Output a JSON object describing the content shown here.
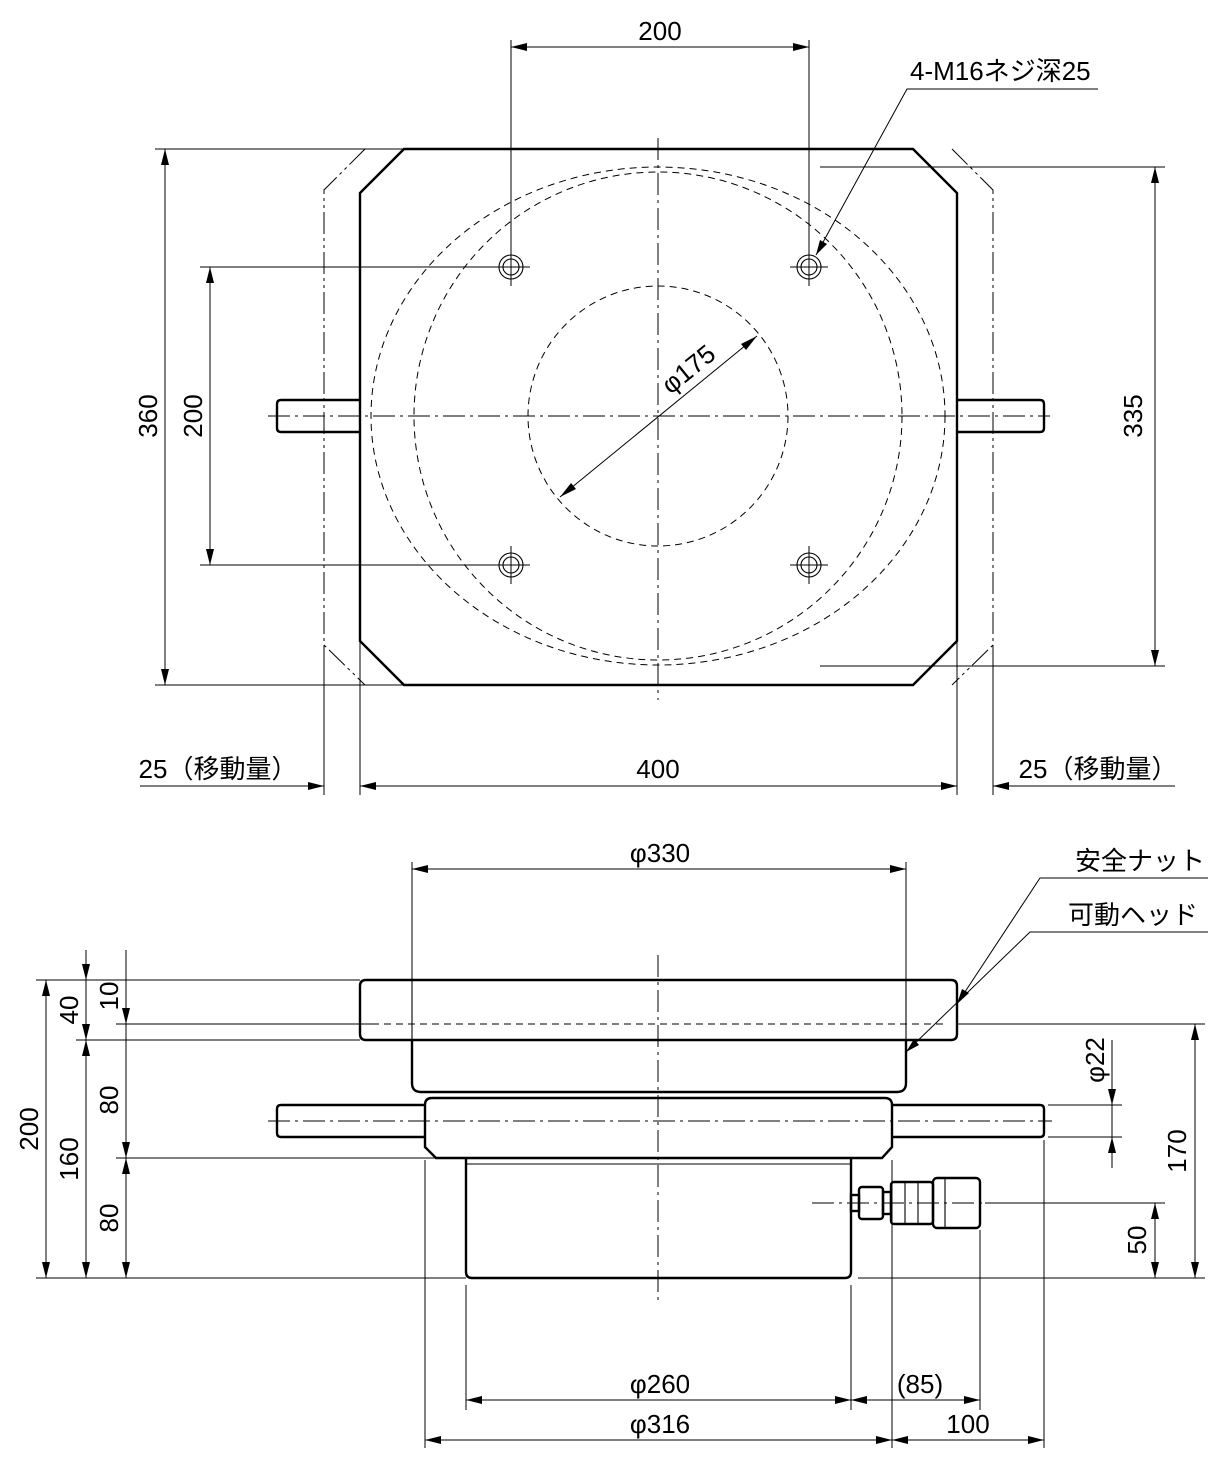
{
  "top_view": {
    "dim_hole_spacing_x": "200",
    "dim_hole_spacing_y": "200",
    "dim_height_outer": "360",
    "dim_height_inner": "335",
    "dim_width": "400",
    "dim_travel_left": "25（移動量）",
    "dim_travel_right": "25（移動量）",
    "dim_bore": "φ175",
    "thread_note": "4-M16ネジ深25"
  },
  "side_view": {
    "dim_flange_dia": "φ330",
    "dim_body_dia": "φ260",
    "dim_base_dia": "φ316",
    "dim_coupler_ref": "(85)",
    "dim_coupler_len": "100",
    "dim_total_height": "200",
    "dim_upper_40": "40",
    "dim_nut_10": "10",
    "dim_lower_160": "160",
    "dim_mid_80": "80",
    "dim_bottom_80": "80",
    "dim_handle_dia": "φ22",
    "dim_stroke_170": "170",
    "dim_port_50": "50",
    "label_safety_nut": "安全ナット",
    "label_moving_head": "可動ヘッド"
  }
}
